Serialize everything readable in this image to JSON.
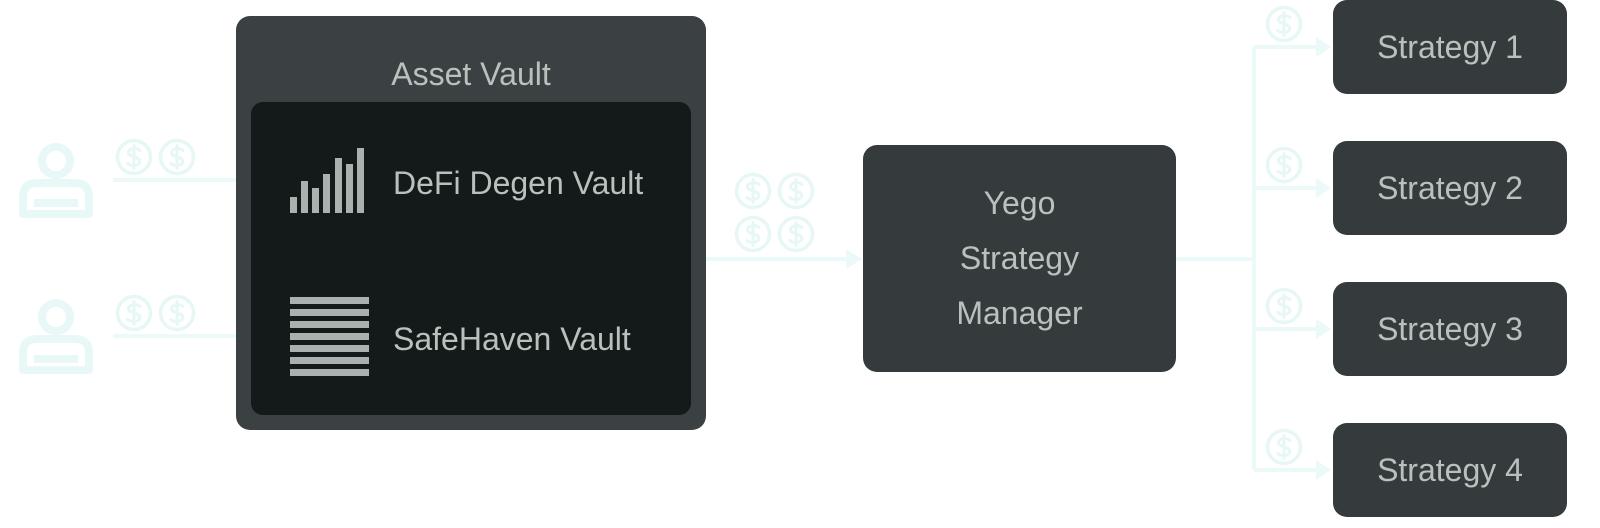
{
  "asset_vault": {
    "title": "Asset Vault",
    "vaults": [
      {
        "label": "DeFi Degen Vault",
        "icon": "bar-chart-icon"
      },
      {
        "label": "SafeHaven Vault",
        "icon": "stacked-lines-icon"
      }
    ]
  },
  "manager": {
    "lines": [
      "Yego",
      "Strategy",
      "Manager"
    ]
  },
  "strategies": [
    {
      "label": "Strategy 1"
    },
    {
      "label": "Strategy 2"
    },
    {
      "label": "Strategy 3"
    },
    {
      "label": "Strategy 4"
    }
  ],
  "icons": {
    "user": "user-icon",
    "coin": "dollar-coin-icon",
    "arrow": "arrow-right-icon"
  },
  "colors": {
    "flow": "#ebfaf8",
    "box": "#353b3c",
    "vault_outer": "#3b4142",
    "vault_inner": "#131a19",
    "text": "#b9c1bd",
    "vault_icon": "#a9b2ae"
  }
}
